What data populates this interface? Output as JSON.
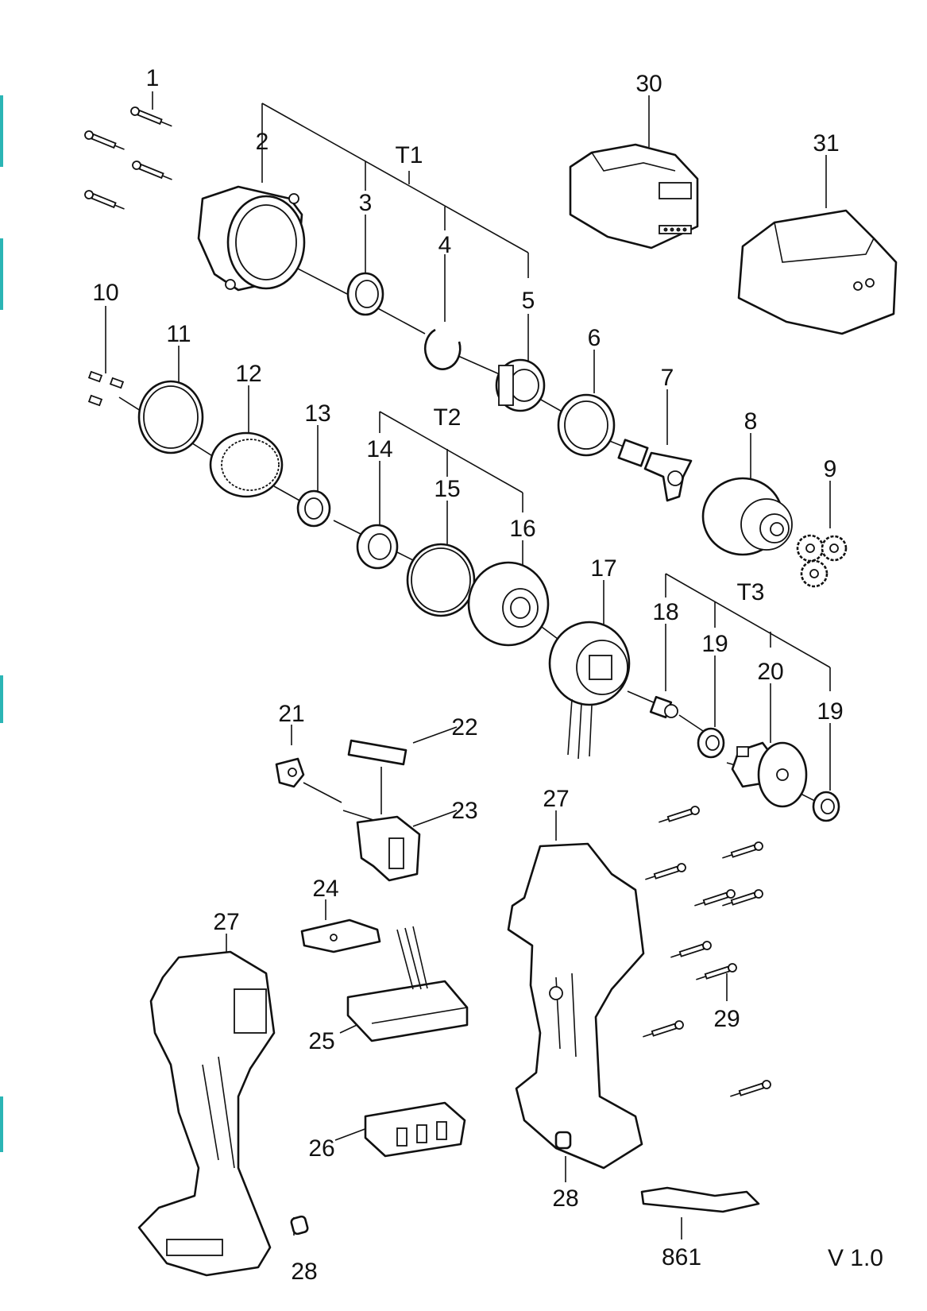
{
  "labels": {
    "p1": "1",
    "p2": "2",
    "p3": "3",
    "p4": "4",
    "p5": "5",
    "p6": "6",
    "p7": "7",
    "p8": "8",
    "p9": "9",
    "p10": "10",
    "p11": "11",
    "p12": "12",
    "p13": "13",
    "p14": "14",
    "p15": "15",
    "p16": "16",
    "p17": "17",
    "p18": "18",
    "p19a": "19",
    "p19b": "19",
    "p20": "20",
    "p21": "21",
    "p22": "22",
    "p23": "23",
    "p24": "24",
    "p25": "25",
    "p26": "26",
    "p27a": "27",
    "p27b": "27",
    "p28a": "28",
    "p28b": "28",
    "p29": "29",
    "p30": "30",
    "p31": "31",
    "p861": "861",
    "t1": "T1",
    "t2": "T2",
    "t3": "T3"
  },
  "version": "V 1.0",
  "colors": {
    "line": "#111111",
    "background": "#ffffff",
    "edge_marker": "#2bb5b5"
  }
}
